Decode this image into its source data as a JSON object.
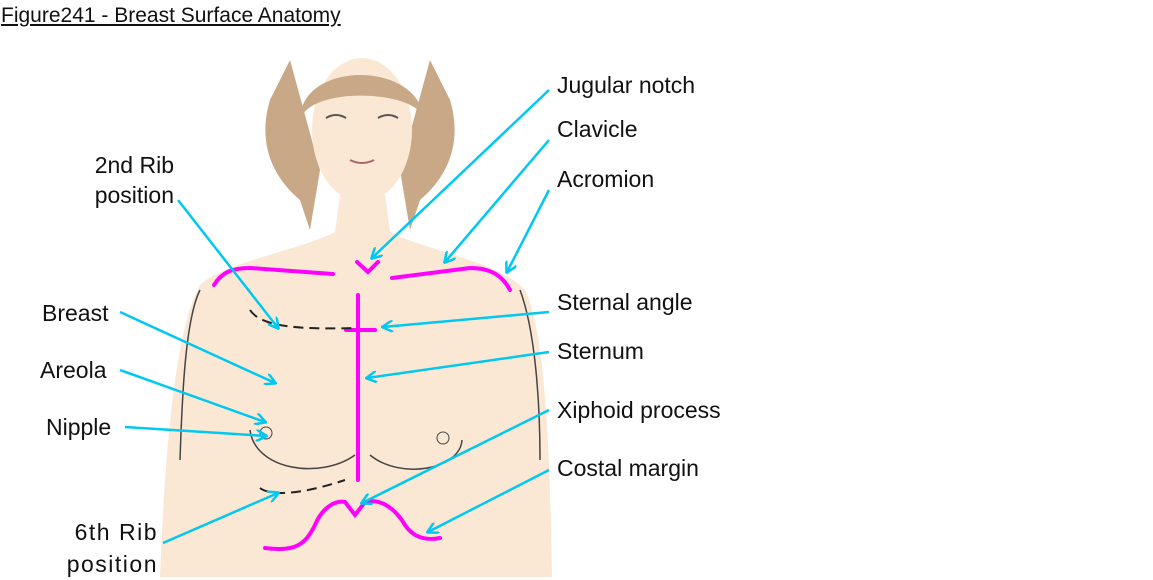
{
  "title": "Figure241 - Breast Surface Anatomy",
  "colors": {
    "arrow": "#00C8F0",
    "landmark": "#FF00FF",
    "skin": "#FBE8D4",
    "hair": "#C8A886"
  },
  "labels": {
    "jugular_notch": "Jugular notch",
    "clavicle": "Clavicle",
    "acromion": "Acromion",
    "sternal_angle": "Sternal angle",
    "sternum": "Sternum",
    "xiphoid_process": "Xiphoid process",
    "costal_margin": "Costal margin",
    "rib2_line1": "2nd Rib",
    "rib2_line2": "position",
    "breast": "Breast",
    "areola": "Areola",
    "nipple": "Nipple",
    "rib6_line1": "6th Rib",
    "rib6_line2": "position"
  }
}
